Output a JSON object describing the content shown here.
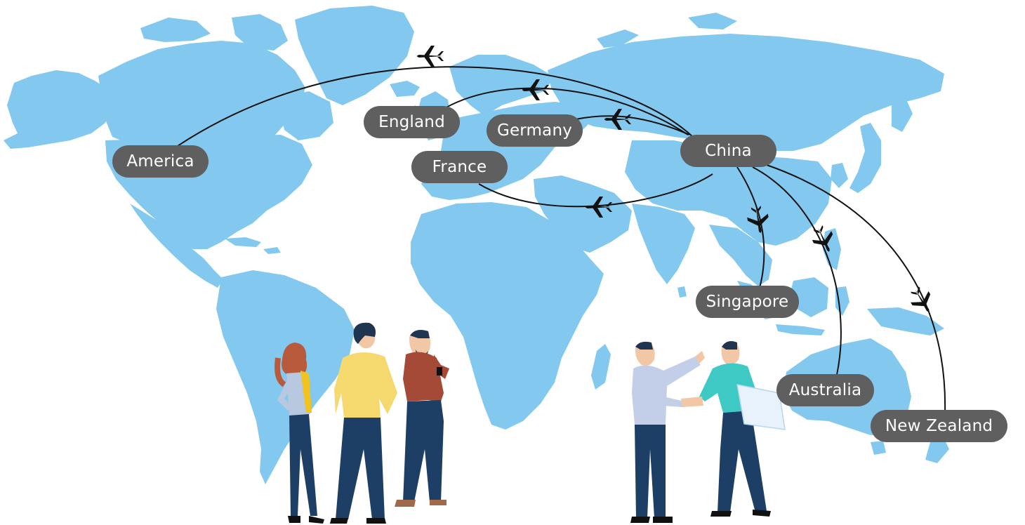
{
  "colors": {
    "land": "#82c8ef",
    "label_background": "#5f5f5f",
    "label_text": "#ffffff",
    "route_line": "#111111",
    "plane": "#111111"
  },
  "hub": "China",
  "destinations": [
    "America",
    "England",
    "Germany",
    "France",
    "Singapore",
    "Australia",
    "New Zealand"
  ],
  "icons": [
    "airplane-icon"
  ],
  "people": [
    "woman-figure",
    "man-yellow-sweater-figure",
    "bearded-man-figure",
    "handshake-businessman-figure",
    "handshake-partner-figure"
  ]
}
